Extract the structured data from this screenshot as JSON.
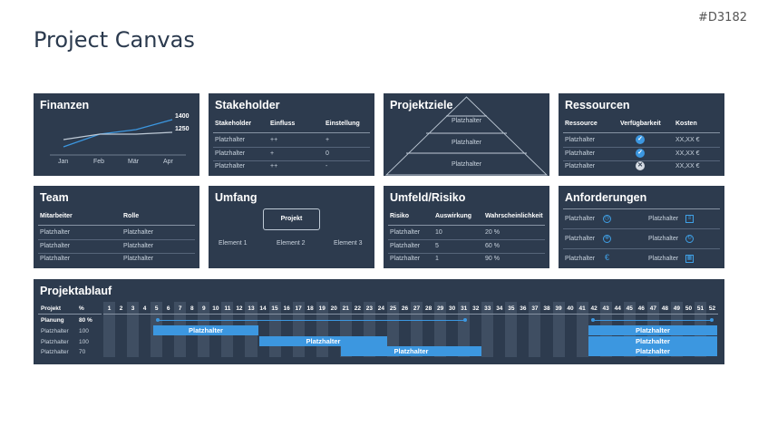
{
  "tag": "#D3182",
  "title": "Project Canvas",
  "finanzen": {
    "title": "Finanzen",
    "labels": [
      "Jan",
      "Feb",
      "Mär",
      "Apr"
    ],
    "value_1": "1400",
    "value_2": "1250"
  },
  "stakeholder": {
    "title": "Stakeholder",
    "headers": [
      "Stakeholder",
      "Einfluss",
      "Einstellung"
    ],
    "rows": [
      [
        "Platzhalter",
        "++",
        "+"
      ],
      [
        "Platzhalter",
        "+",
        "0"
      ],
      [
        "Platzhalter",
        "++",
        "-"
      ]
    ]
  },
  "projektziele": {
    "title": "Projektziele",
    "levels": [
      "Platzhalter",
      "Platzhalter",
      "Platzhalter"
    ]
  },
  "ressourcen": {
    "title": "Ressourcen",
    "headers": [
      "Ressource",
      "Verfügbarkeit",
      "Kosten"
    ],
    "rows": [
      [
        "Platzhalter",
        "✓",
        "XX,XX €"
      ],
      [
        "Platzhalter",
        "✓",
        "XX,XX €"
      ],
      [
        "Platzhalter",
        "✕",
        "XX,XX €"
      ]
    ]
  },
  "team": {
    "title": "Team",
    "headers": [
      "Mitarbeiter",
      "Rolle"
    ],
    "rows": [
      [
        "Platzhalter",
        "Platzhalter"
      ],
      [
        "Platzhalter",
        "Platzhalter"
      ],
      [
        "Platzhalter",
        "Platzhalter"
      ]
    ]
  },
  "umfang": {
    "title": "Umfang",
    "project_label": "Projekt",
    "elements": [
      "Element 1",
      "Element 2",
      "Element 3"
    ]
  },
  "umfeld": {
    "title": "Umfeld/Risiko",
    "headers": [
      "Risiko",
      "Auswirkung",
      "Wahrscheinlichkeit"
    ],
    "rows": [
      [
        "Platzhalter",
        "10",
        "20 %"
      ],
      [
        "Platzhalter",
        "5",
        "60 %"
      ],
      [
        "Platzhalter",
        "1",
        "90 %"
      ]
    ]
  },
  "anforderungen": {
    "title": "Anforderungen",
    "items": [
      {
        "label": "Platzhalter",
        "icon": "stopwatch-icon",
        "glyph": "◷"
      },
      {
        "label": "Platzhalter",
        "icon": "document-icon",
        "glyph": "≡"
      },
      {
        "label": "Platzhalter",
        "icon": "gear-icon",
        "glyph": "✲"
      },
      {
        "label": "Platzhalter",
        "icon": "refresh-icon",
        "glyph": "↻"
      },
      {
        "label": "Platzhalter",
        "icon": "euro-icon",
        "glyph": "€"
      },
      {
        "label": "Platzhalter",
        "icon": "calendar-icon",
        "glyph": "▦"
      }
    ]
  },
  "ablauf": {
    "title": "Projektablauf",
    "headers": [
      "Projekt",
      "%"
    ],
    "rows": [
      [
        "Planung",
        "80 %"
      ],
      [
        "Platzhalter",
        "100"
      ],
      [
        "Platzhalter",
        "100"
      ],
      [
        "Platzhalter",
        "70"
      ]
    ],
    "bar_label": "Platzhalter",
    "accent": "#3c97e0"
  }
}
